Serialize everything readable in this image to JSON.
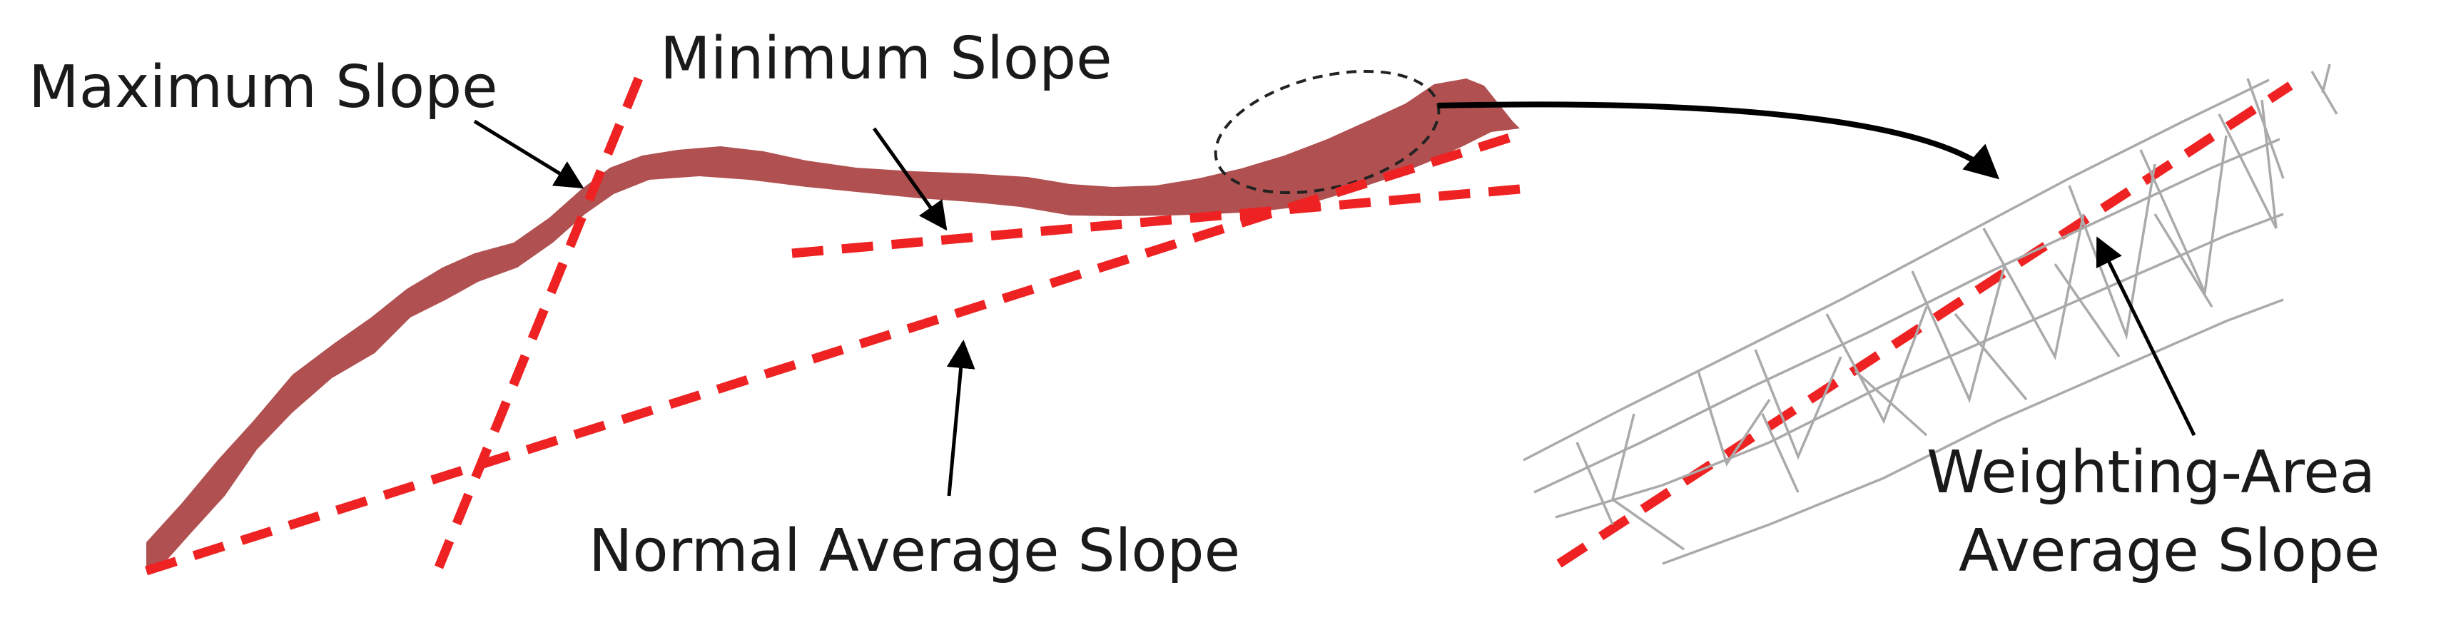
{
  "labels": {
    "maximum_slope": "Maximum Slope",
    "minimum_slope": "Minimum Slope",
    "normal_average_slope": "Normal Average Slope",
    "weighting_area_line1": "Weighting-Area",
    "weighting_area_line2": "Average Slope"
  },
  "colors": {
    "terrain_profile": "#b05050",
    "slope_lines": "#ee2222",
    "mesh": "#aaaaaa",
    "arrows": "#000000",
    "text": "#1a1a1a"
  }
}
